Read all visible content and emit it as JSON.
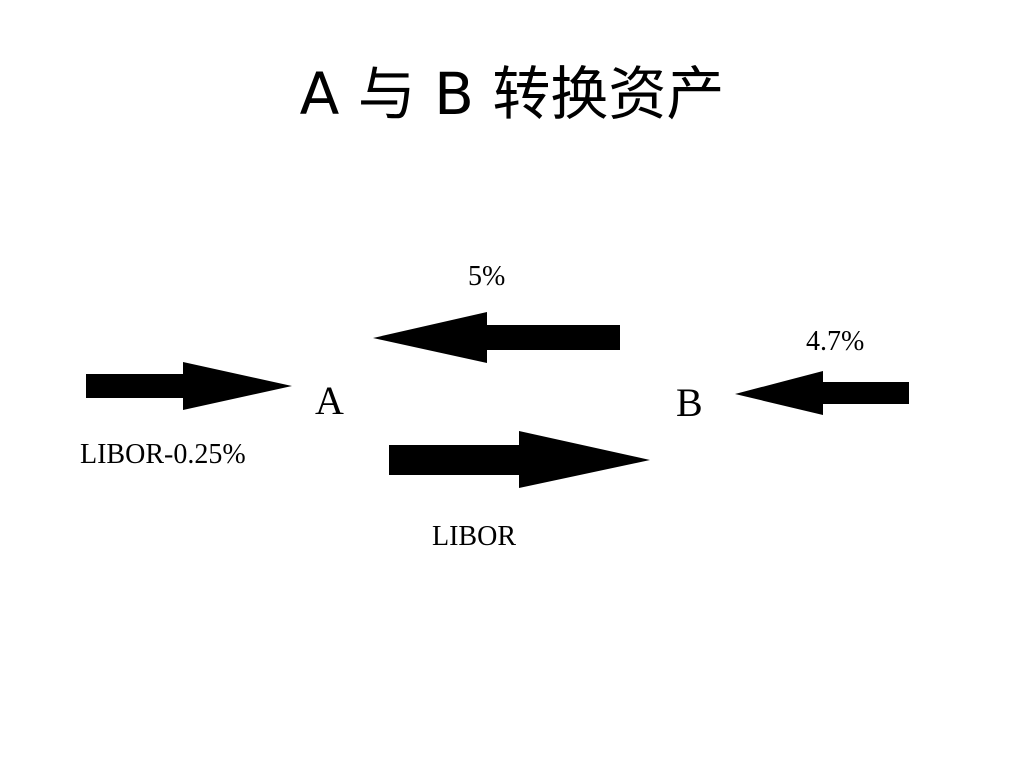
{
  "slide": {
    "title": "A 与 B 转换资产",
    "colors": {
      "background": "#ffffff",
      "ink": "#000000"
    }
  },
  "diagram": {
    "nodes": [
      {
        "id": "A",
        "label": "A"
      },
      {
        "id": "B",
        "label": "B"
      }
    ],
    "flows": [
      {
        "id": "libor-minus",
        "label": "LIBOR-0.25%",
        "direction": "right",
        "into": "A"
      },
      {
        "id": "five-pct",
        "label": "5%",
        "direction": "left",
        "from": "B",
        "to": "A"
      },
      {
        "id": "libor",
        "label": "LIBOR",
        "direction": "right",
        "from": "A",
        "to": "B"
      },
      {
        "id": "four-seven",
        "label": "4.7%",
        "direction": "left",
        "into": "B"
      }
    ]
  }
}
